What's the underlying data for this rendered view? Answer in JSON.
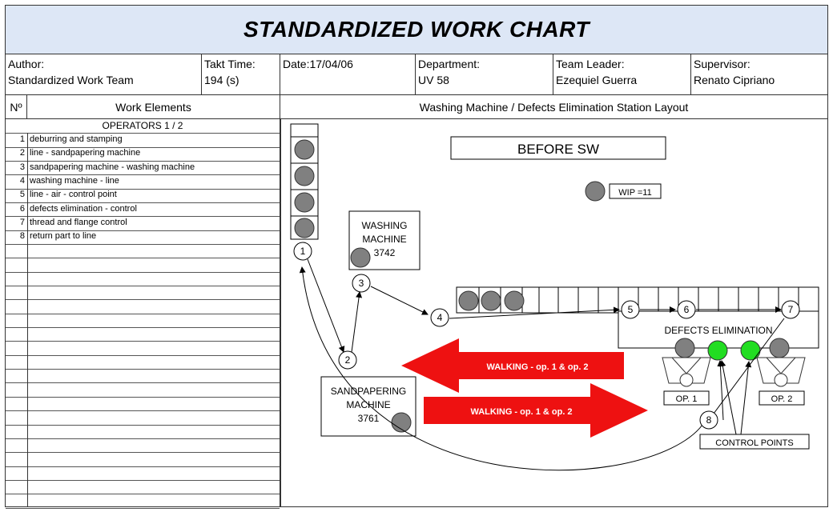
{
  "header": {
    "title": "STANDARDIZED WORK CHART",
    "author_label": "Author:",
    "author_value": "Standardized Work Team",
    "takt_label": "Takt Time:",
    "takt_value": "194 (s)",
    "date_label": "Date:17/04/06",
    "department_label": "Department:",
    "department_value": "UV 58",
    "team_leader_label": "Team Leader:",
    "team_leader_value": "Ezequiel Guerra",
    "supervisor_label": "Supervisor:",
    "supervisor_value": "Renato Cipriano"
  },
  "columns": {
    "no": "Nº",
    "work_elements": "Work Elements",
    "layout": "Washing Machine / Defects Elimination Station Layout"
  },
  "work_elements": {
    "operators": "OPERATORS 1 / 2",
    "items": [
      {
        "no": "1",
        "text": "deburring and stamping"
      },
      {
        "no": "2",
        "text": "line - sandpapering machine"
      },
      {
        "no": "3",
        "text": "sandpapering machine - washing machine"
      },
      {
        "no": "4",
        "text": "washing machine - line"
      },
      {
        "no": "5",
        "text": "line - air - control point"
      },
      {
        "no": "6",
        "text": "defects elimination -  control"
      },
      {
        "no": "7",
        "text": "thread and flange control"
      },
      {
        "no": "8",
        "text": "return part to line"
      }
    ]
  },
  "diagram": {
    "before_label": "BEFORE SW",
    "wip_label": "WIP =11",
    "washing_machine": {
      "line1": "WASHING",
      "line2": "MACHINE",
      "number": "3742"
    },
    "sandpapering_machine": {
      "line1": "SANDPAPERING",
      "line2": "MACHINE",
      "number": "3761"
    },
    "defects_label": "DEFECTS ELIMINATION",
    "walking_left": "WALKING - op. 1 & op. 2",
    "walking_right": "WALKING - op. 1 & op. 2",
    "op1_label": "OP. 1",
    "op2_label": "OP. 2",
    "control_points_label": "CONTROL POINTS",
    "step_numbers": [
      "1",
      "2",
      "3",
      "4",
      "5",
      "6",
      "7",
      "8"
    ],
    "colors": {
      "wip_part": "#808080",
      "control_point": "#22dd22",
      "walking_arrow": "#ee1111",
      "title_band": "#dde7f6"
    }
  }
}
